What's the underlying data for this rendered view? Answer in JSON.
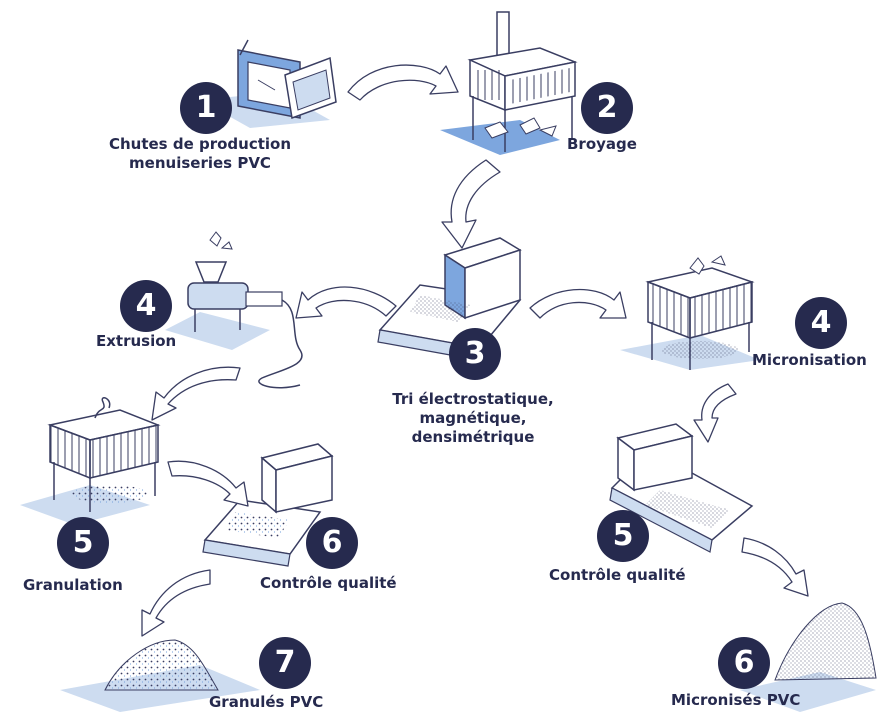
{
  "colors": {
    "navy": "#262a4e",
    "light_blue": "#cddcf0",
    "mid_blue": "#7da6de",
    "line": "#3a3e62"
  },
  "steps": [
    {
      "number": "1",
      "label_lines": [
        "Chutes de production",
        "menuiseries PVC"
      ]
    },
    {
      "number": "2",
      "label_lines": [
        "Broyage"
      ]
    },
    {
      "number": "3",
      "label_lines": [
        "Tri électrostatique,",
        "magnétique,",
        "densimétrique"
      ]
    },
    {
      "number": "4",
      "label_lines": [
        "Extrusion"
      ]
    },
    {
      "number": "4",
      "label_lines": [
        "Micronisation"
      ]
    },
    {
      "number": "5",
      "label_lines": [
        "Granulation"
      ]
    },
    {
      "number": "6",
      "label_lines": [
        "Contrôle qualité"
      ]
    },
    {
      "number": "7",
      "label_lines": [
        "Granulés PVC"
      ]
    },
    {
      "number": "5",
      "label_lines": [
        "Contrôle qualité"
      ]
    },
    {
      "number": "6",
      "label_lines": [
        "Micronisés PVC"
      ]
    }
  ]
}
